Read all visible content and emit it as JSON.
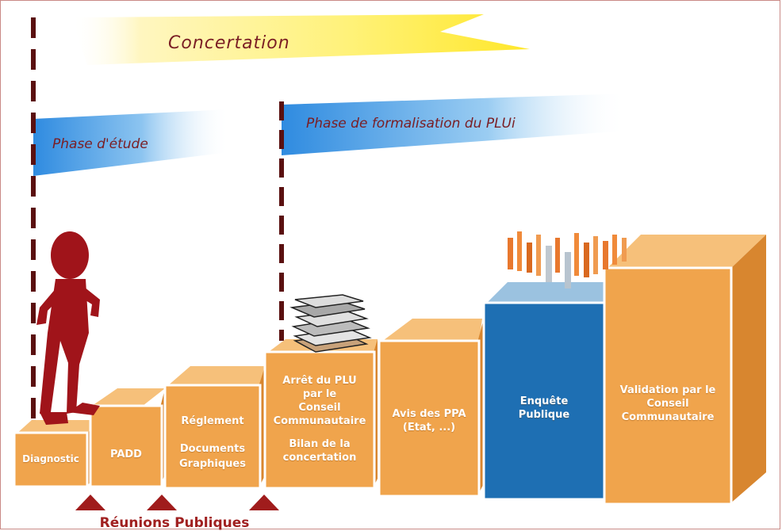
{
  "banners": {
    "concertation": "Concertation",
    "phase_etude": "Phase d'étude",
    "phase_formalisation": "Phase de formalisation du PLUi"
  },
  "steps": {
    "diagnostic": "Diagnostic",
    "padd": "PADD",
    "reglement": [
      "Réglement",
      "Documents",
      "Graphiques"
    ],
    "arret": [
      "Arrêt du PLU",
      "par le",
      "Conseil",
      "Communautaire",
      "",
      "Bilan de la",
      "concertation"
    ],
    "avis": [
      "Avis des PPA",
      "(Etat, ...)"
    ],
    "enquete": [
      "Enquête",
      "Publique"
    ],
    "validation": [
      "Validation par le",
      "Conseil",
      "Communautaire"
    ]
  },
  "footer": {
    "reunions": "Réunions Publiques"
  },
  "colors": {
    "orange": "#f0a44c",
    "orange_top": "#f6c07a",
    "orange_side": "#d8862f",
    "blue": "#1e6fb3",
    "dark_red": "#a0141a",
    "triangle": "#a01c1c"
  }
}
